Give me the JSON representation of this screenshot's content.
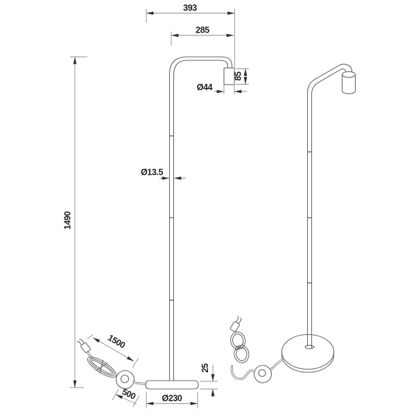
{
  "page": {
    "background": "#ffffff",
    "description": "Technical line drawing of a single-socket arc floor lamp shown in front orthographic view (left) and perspective view (right), annotated with millimetre dimensions."
  },
  "drawing": {
    "colors": {
      "geometry_line": "#666666",
      "dimension_line": "#8a8a8a",
      "text": "#1c1c1c",
      "background": "#ffffff"
    },
    "views": {
      "front": {
        "name": "Front orthographic view with dimensions"
      },
      "perspective": {
        "name": "Perspective view with cord, switch and round base"
      }
    },
    "parts": {
      "socket": "cylindrical lamp socket",
      "pole": "three-segment vertical pole",
      "base": "round weighted base",
      "switch": "inline foot switch",
      "plug": "power plug",
      "coil": "coiled power cord"
    },
    "dimensions": {
      "overall_depth": {
        "label": "393"
      },
      "arm_projection": {
        "label": "285"
      },
      "socket_height": {
        "label": "85"
      },
      "socket_diameter": {
        "label": "Ø44"
      },
      "pole_diameter": {
        "label": "Ø13.5"
      },
      "total_height": {
        "label": "1490"
      },
      "cord_length": {
        "label": "1500"
      },
      "switch_distance": {
        "label": "500"
      },
      "base_diameter": {
        "label": "Ø230"
      },
      "base_thickness": {
        "label": "25"
      }
    }
  }
}
